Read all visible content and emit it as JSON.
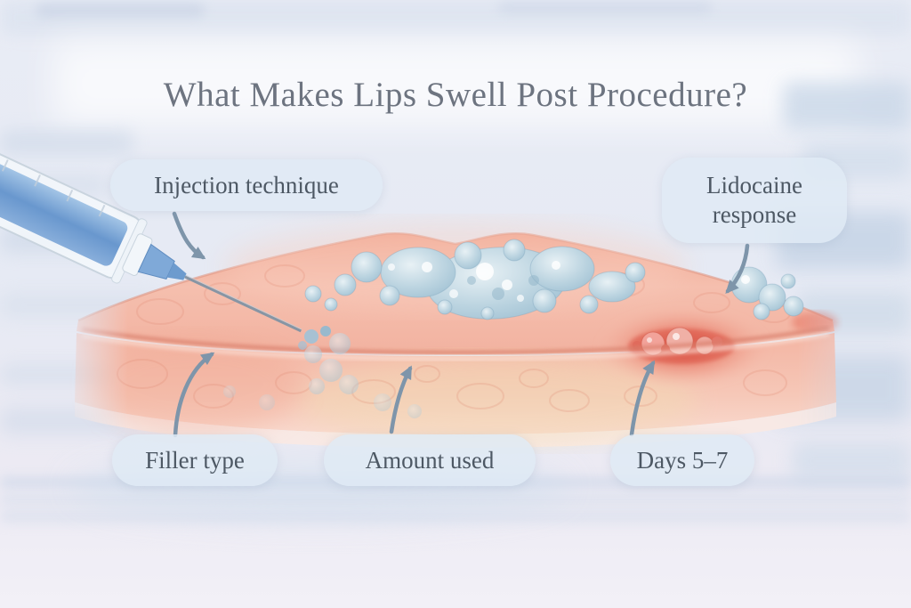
{
  "title": "What Makes Lips Swell Post Procedure?",
  "labels": [
    {
      "id": "injection-technique",
      "text": "Injection technique"
    },
    {
      "id": "lidocaine-response",
      "text": "Lidocaine response"
    },
    {
      "id": "filler-type",
      "text": "Filler type"
    },
    {
      "id": "amount-used",
      "text": "Amount used"
    },
    {
      "id": "days-5-7",
      "text": "Days 5–7"
    }
  ],
  "illustration": {
    "subject": "cross-section of lips after filler injection",
    "icons": [
      "syringe-icon",
      "needle-icon",
      "filler-gel-bubbles",
      "inflamed-tissue-patch",
      "curved-arrow-pointer"
    ]
  },
  "colors": {
    "background": "#e9ecf5",
    "title_text": "#6d7480",
    "label_text": "#4d5864",
    "label_pill": "#dfeaf4",
    "arrow": "#7e95aa",
    "lip_tissue": "#f4bca9",
    "lip_crease": "#d97f6c",
    "filler_gel": "#a9c6d7",
    "inflamed_red": "#dd5243",
    "syringe_fluid": "#6f9fd3"
  }
}
